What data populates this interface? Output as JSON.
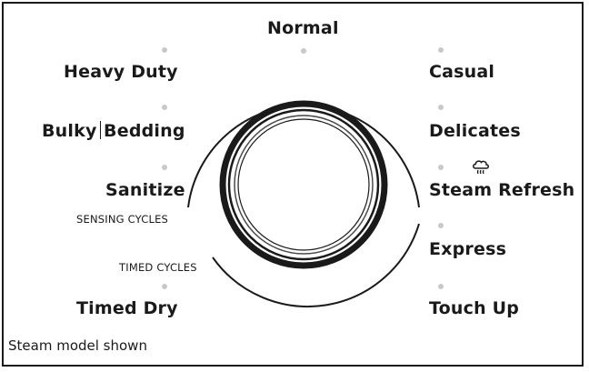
{
  "cycles": {
    "normal": "Normal",
    "heavy_duty": "Heavy Duty",
    "bulky": "Bulky",
    "bedding": "Bedding",
    "sanitize": "Sanitize",
    "timed_dry": "Timed Dry",
    "casual": "Casual",
    "delicates": "Delicates",
    "steam_refresh": "Steam Refresh",
    "express": "Express",
    "touch_up": "Touch Up"
  },
  "groups": {
    "sensing": "SENSING CYCLES",
    "timed": "TIMED CYCLES"
  },
  "footer": "Steam model shown",
  "colors": {
    "ink": "#1a1a1a",
    "indicator": "#c9c9c9"
  },
  "icons": {
    "steam": "steam-cloud-icon"
  }
}
